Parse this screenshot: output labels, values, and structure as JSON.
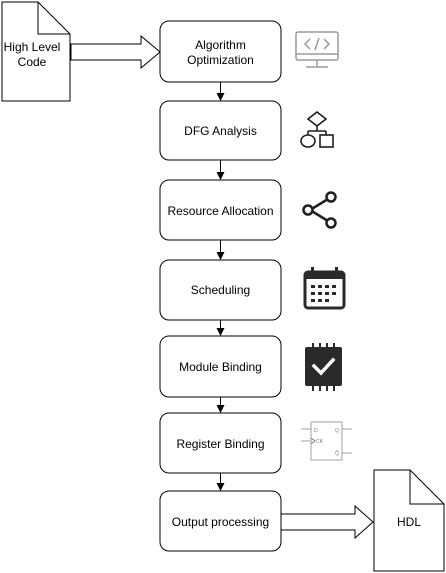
{
  "input_doc": {
    "line1": "High Level",
    "line2": "Code"
  },
  "output_doc": {
    "label": "HDL"
  },
  "steps": [
    {
      "line1": "Algorithm",
      "line2": "Optimization",
      "icon": "monitor-code-icon"
    },
    {
      "line1": "DFG Analysis",
      "line2": "",
      "icon": "flowchart-icon"
    },
    {
      "line1": "Resource Allocation",
      "line2": "",
      "icon": "share-nodes-icon"
    },
    {
      "line1": "Scheduling",
      "line2": "",
      "icon": "calendar-icon"
    },
    {
      "line1": "Module Binding",
      "line2": "",
      "icon": "chip-check-icon"
    },
    {
      "line1": "Register Binding",
      "line2": "",
      "icon": "flip-flop-icon"
    },
    {
      "line1": "Output processing",
      "line2": "",
      "icon": ""
    }
  ],
  "flip_flop_pins": {
    "d": "D",
    "q": "Q",
    "clk": "CK",
    "qbar": "Q̅"
  },
  "colors": {
    "stroke": "#000000",
    "icon_gray": "#9a9a9a",
    "icon_dark": "#1f1f1f",
    "chip_fill": "#2a2a2a"
  }
}
